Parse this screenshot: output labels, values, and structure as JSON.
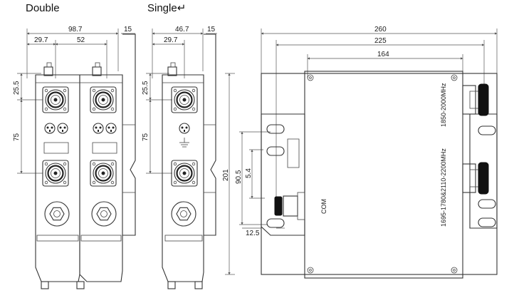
{
  "titles": {
    "double": "Double",
    "single": "Single↵"
  },
  "double_view": {
    "dims": {
      "overall_width": "98.7",
      "left_offset": "29.7",
      "pitch": "52",
      "depth": "15",
      "top_offset": "25.5",
      "port_spacing": "75"
    }
  },
  "single_view": {
    "dims": {
      "overall_width": "46.7",
      "left_offset": "29.7",
      "depth": "15",
      "top_offset": "25.5",
      "port_spacing": "75"
    }
  },
  "side_view": {
    "dims": {
      "overall_length": "260",
      "port_span": "225",
      "hole_span": "164",
      "height": "201",
      "inner_height": "90.5",
      "small_gap": "5.4",
      "bottom_offset": "12.5"
    },
    "labels": {
      "com": "COM",
      "port_upper": "1850-2000MHz",
      "port_lower": "1695-1780&2110-2200MHz"
    }
  },
  "icons": [
    "connector-icon",
    "ground-icon",
    "lock-icon"
  ]
}
